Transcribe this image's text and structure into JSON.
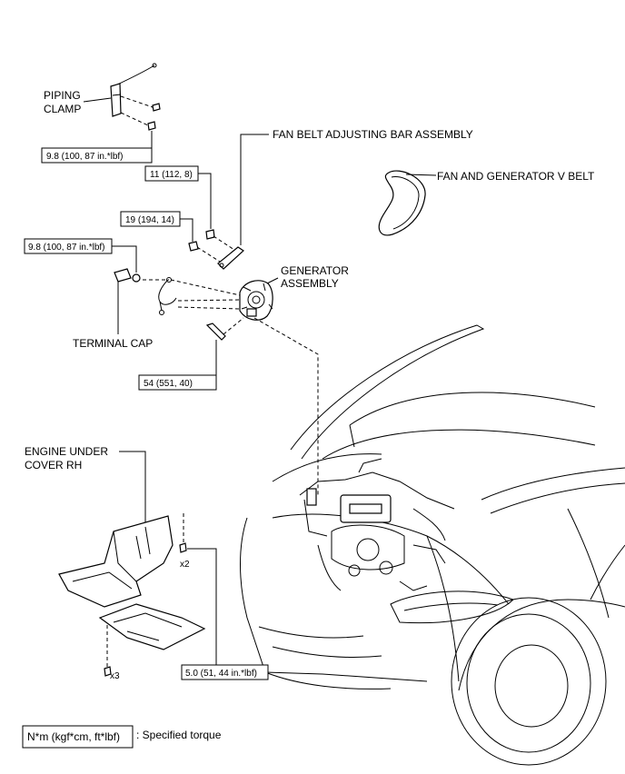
{
  "labels": {
    "piping_clamp_line1": "PIPING",
    "piping_clamp_line2": "CLAMP",
    "fan_belt_adjusting_bar": "FAN BELT ADJUSTING BAR ASSEMBLY",
    "fan_generator_v_belt": "FAN AND GENERATOR V BELT",
    "generator_line1": "GENERATOR",
    "generator_line2": "ASSEMBLY",
    "terminal_cap": "TERMINAL CAP",
    "engine_under_cover_line1": "ENGINE UNDER",
    "engine_under_cover_line2": "COVER RH",
    "qty_x2": "x2",
    "qty_x3": "x3"
  },
  "torques": {
    "piping_clamp_bolt": "9.8 (100, 87 in.*lbf)",
    "adjusting_bar_upper": "11 (112, 8)",
    "adjusting_bar_lower": "19 (194, 14)",
    "terminal_nut": "9.8 (100, 87 in.*lbf)",
    "generator_through_bolt": "54 (551, 40)",
    "under_cover_bolt": "5.0 (51, 44 in.*lbf)"
  },
  "legend": {
    "box_text": "N*m (kgf*cm, ft*lbf)",
    "description": ": Specified torque"
  }
}
